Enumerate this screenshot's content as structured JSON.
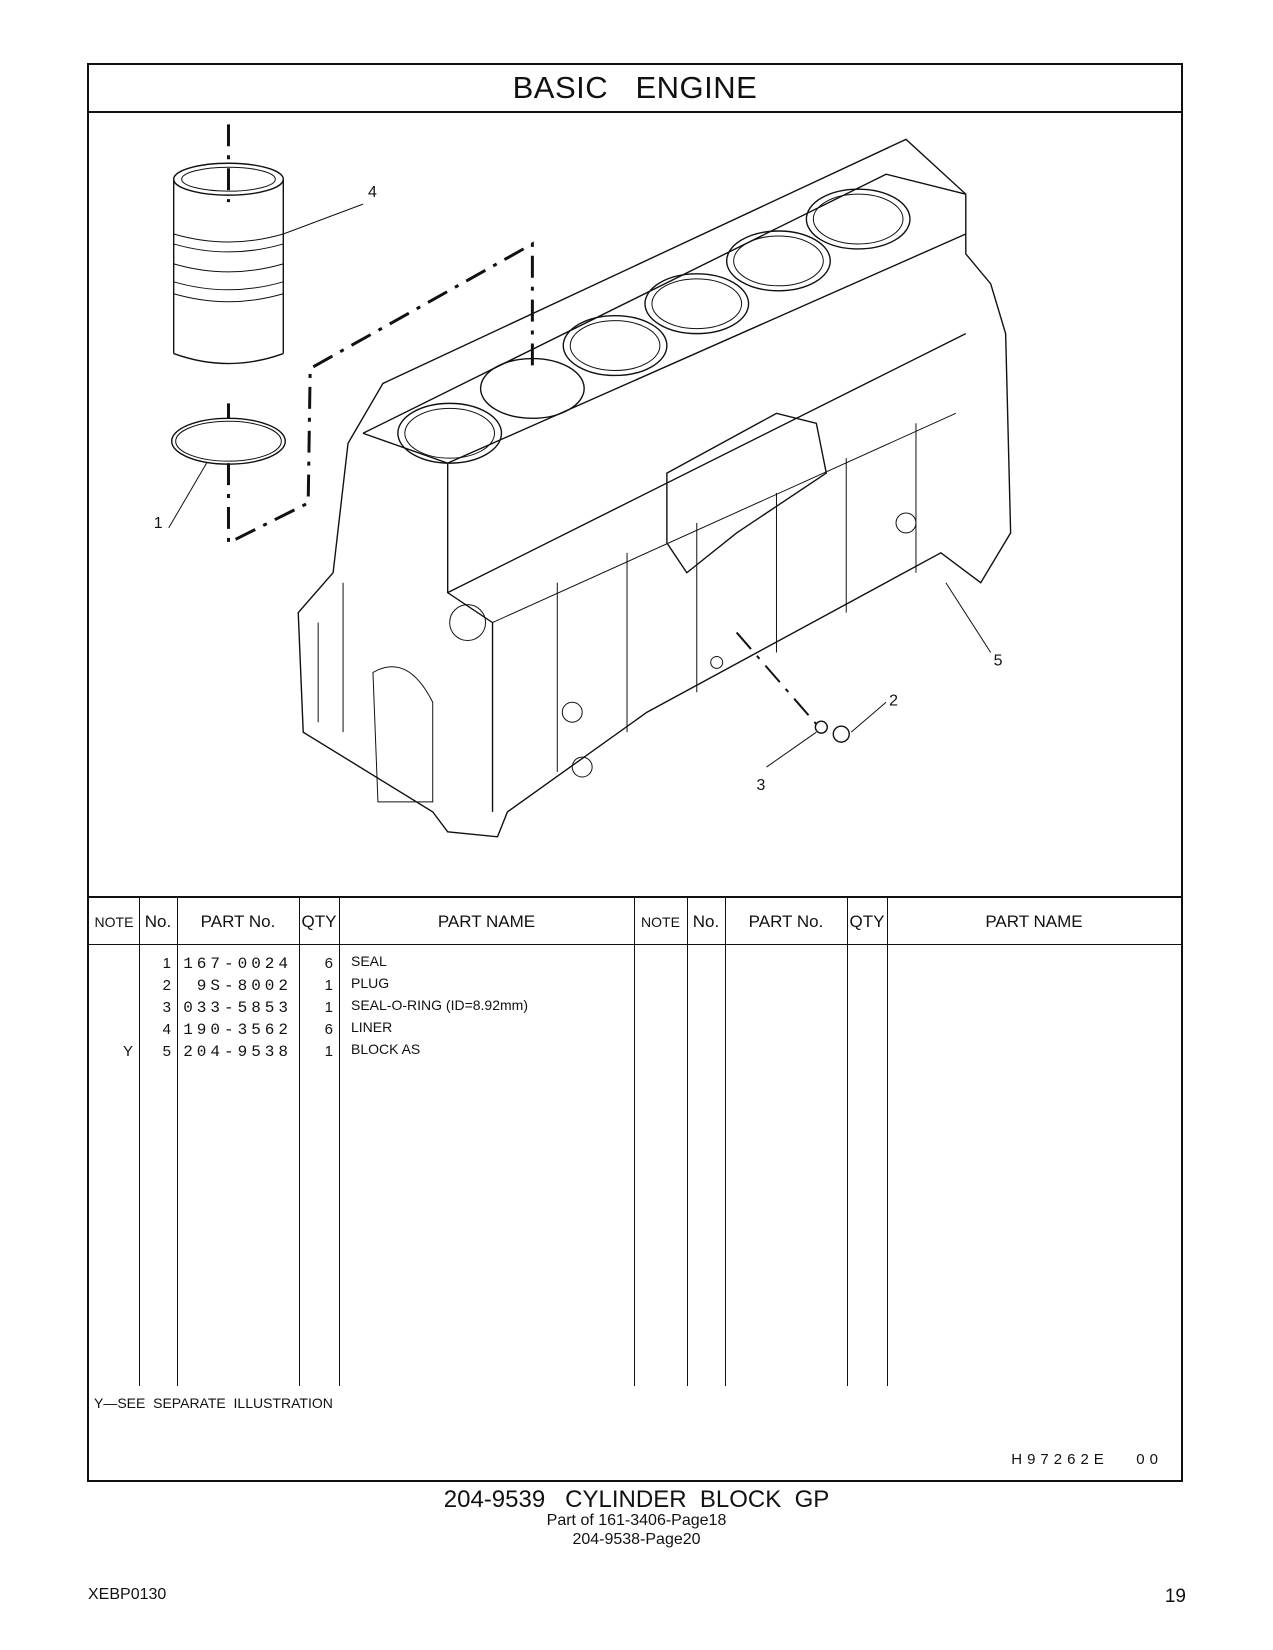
{
  "header": {
    "title": "BASIC   ENGINE"
  },
  "callouts": [
    "4",
    "1",
    "2",
    "5",
    "3"
  ],
  "table": {
    "headers": {
      "note": "NOTE",
      "no": "No.",
      "part_no": "PART No.",
      "qty": "QTY",
      "part_name": "PART NAME"
    },
    "rows": [
      {
        "note": "",
        "no": "1",
        "part_no": "167-0024",
        "qty": "6",
        "name": "SEAL"
      },
      {
        "note": "",
        "no": "2",
        "part_no": "9S-8002",
        "qty": "1",
        "name": "PLUG"
      },
      {
        "note": "",
        "no": "3",
        "part_no": "033-5853",
        "qty": "1",
        "name": "SEAL-O-RING (ID=8.92mm)"
      },
      {
        "note": "",
        "no": "4",
        "part_no": "190-3562",
        "qty": "6",
        "name": "LINER"
      },
      {
        "note": "Y",
        "no": "5",
        "part_no": "204-9538",
        "qty": "1",
        "name": "BLOCK AS"
      }
    ],
    "footnote": "Y—SEE  SEPARATE  ILLUSTRATION",
    "illustration_code": "H97262E   00"
  },
  "caption": {
    "title": "204-9539   CYLINDER  BLOCK  GP",
    "line1": "Part of 161-3406-Page18",
    "line2": "204-9538-Page20"
  },
  "footer": {
    "publication": "XEBP0130",
    "page_number": "19"
  }
}
